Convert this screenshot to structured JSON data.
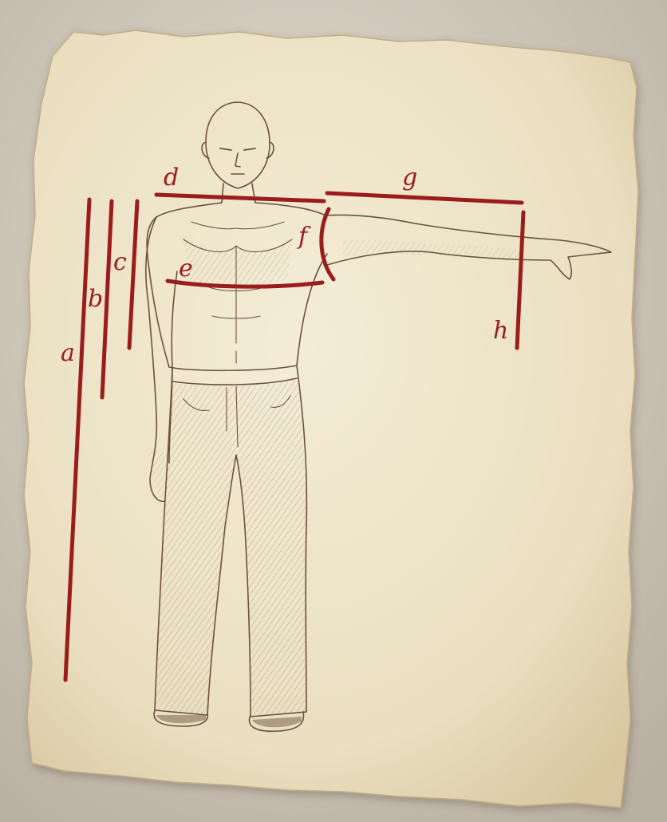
{
  "colors": {
    "background": "#cfc7ba",
    "paper": "#efe5c9",
    "paper_edge": "#c9b88f",
    "pencil": "#6b5240",
    "pencil_shade": "#8a7260",
    "measure": "#9b1c1c"
  },
  "figure": {
    "description_icon": "standing-figure-sketch"
  },
  "measurements": [
    {
      "id": "a",
      "label": "a"
    },
    {
      "id": "b",
      "label": "b"
    },
    {
      "id": "c",
      "label": "c"
    },
    {
      "id": "d",
      "label": "d"
    },
    {
      "id": "e",
      "label": "e"
    },
    {
      "id": "f",
      "label": "f"
    },
    {
      "id": "g",
      "label": "g"
    },
    {
      "id": "h",
      "label": "h"
    }
  ]
}
